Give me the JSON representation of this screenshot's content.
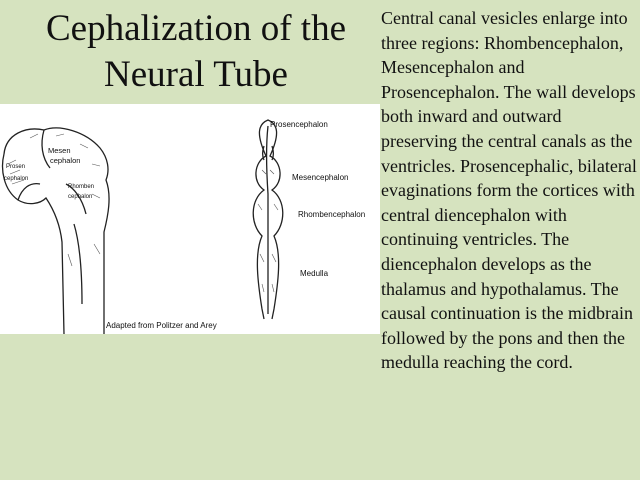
{
  "slide": {
    "title_line1": "Cephalization of the",
    "title_line2": "Neural Tube",
    "body": "Central canal vesicles enlarge into three regions: Rhombencephalon, Mesencephalon and Prosencephalon. The wall develops both inward and outward preserving the central canals  as the ventricles.  Prosencephalic, bilateral evaginations form the cortices with central diencephalon with continuing ventricles. The diencephalon develops as the thalamus and hypothalamus.  The causal continuation is the  midbrain followed by the pons and then the medulla reaching the cord."
  },
  "figure": {
    "caption": "Adapted from Politzer and Arey",
    "left_labels": {
      "mesen": "Mesen",
      "cephalon_mes": "cephalon",
      "prosen": "Prosen",
      "cephalon_pros": "cephalon",
      "rhomben": "Rhomben",
      "cephalon_rhomb": "cephalon"
    },
    "right_labels": {
      "prosencephalon": "Prosencephalon",
      "mesencephalon": "Mesencephalon",
      "rhombencephalon": "Rhombencephalon",
      "medulla": "Medulla"
    }
  }
}
